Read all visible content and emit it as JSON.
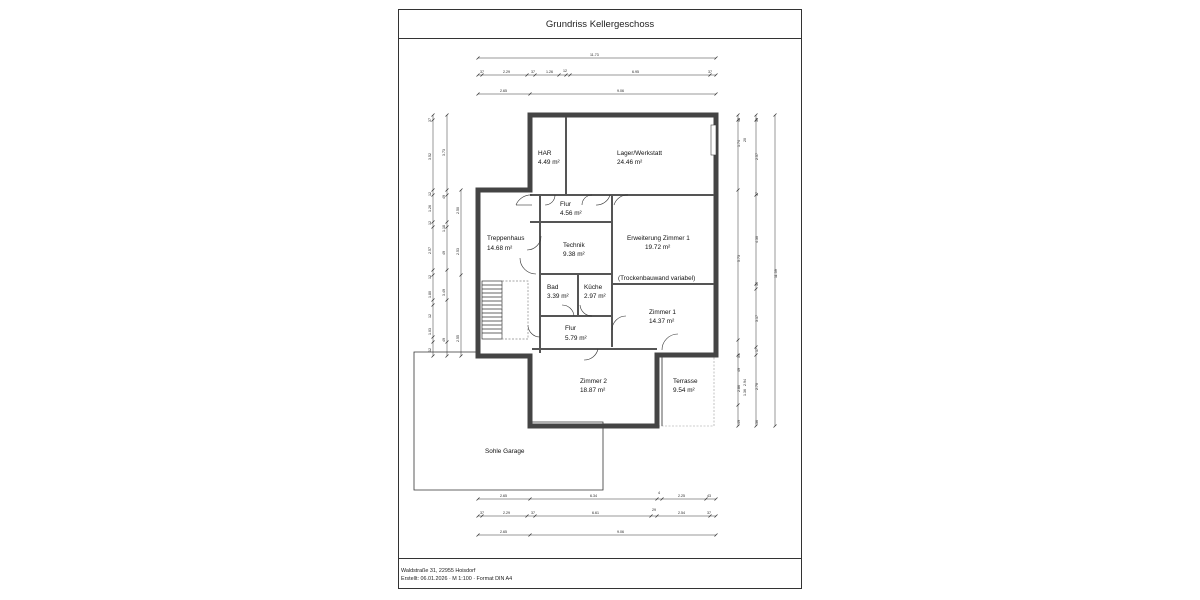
{
  "title": "Grundriss Kellergeschoss",
  "footer": {
    "line1": "Waldstraße 31, 22955 Hoisdorf",
    "line2": "Erstellt: 06.01.2026 · M 1:100 · Format DIN A4"
  },
  "rooms": {
    "har": {
      "name": "HAR",
      "area": "4.49 m²"
    },
    "lager": {
      "name": "Lager/Werkstatt",
      "area": "24.46 m²"
    },
    "flur_top": {
      "name": "Flur",
      "area": "4.56 m²"
    },
    "treppenhaus": {
      "name": "Treppenhaus",
      "area": "14.68 m²"
    },
    "technik": {
      "name": "Technik",
      "area": "9.38 m²"
    },
    "erweiterung": {
      "name": "Erweiterung Zimmer 1",
      "area": "19.72 m²"
    },
    "trockenbau": "(Trockenbauwand variabel)",
    "bad": {
      "name": "Bad",
      "area": "3.39 m²"
    },
    "kueche": {
      "name": "Küche",
      "area": "2.97 m²"
    },
    "zimmer1": {
      "name": "Zimmer 1",
      "area": "14.37 m²"
    },
    "flur_bottom": {
      "name": "Flur",
      "area": "5.79 m²"
    },
    "zimmer2": {
      "name": "Zimmer 2",
      "area": "18.87 m²"
    },
    "terrasse": {
      "name": "Terrasse",
      "area": "9.54 m²"
    },
    "garage": {
      "name": "Sohle Garage"
    }
  },
  "dims": {
    "top_total": "11.73",
    "top_row2": [
      "37",
      "2.29",
      "37",
      "1.26",
      "12",
      "6.95",
      "37"
    ],
    "top_row3": [
      "2.65",
      "9.06"
    ],
    "bottom_row1": [
      "2.65",
      "6.34",
      "4",
      "2.25",
      "43"
    ],
    "bottom_row2": [
      "37",
      "2.29",
      "37",
      "6.61",
      "29",
      "2.54",
      "37"
    ],
    "bottom_row3": [
      "2.65",
      "9.06"
    ],
    "left_outer": [
      "37",
      "3.52",
      "12",
      "1.26",
      "12",
      "2.57",
      "12",
      "1.80",
      "12",
      "1.03",
      "12"
    ],
    "left_mid": [
      "3.73",
      "49",
      "1.18",
      "49",
      "2.53",
      "3.49",
      "49",
      "2.55"
    ],
    "left_inner": [
      "2.50"
    ],
    "right_inner": [
      "42",
      "1.74",
      "20",
      "54",
      "49",
      "2.86",
      "49"
    ],
    "right_mid": [
      "39",
      "2.57",
      "17",
      "4.30",
      "17",
      "3.17",
      "17",
      "2.70",
      "36"
    ],
    "right_outer": [
      "5.73",
      "1.36",
      "2.94"
    ],
    "right_total": "11.39"
  }
}
